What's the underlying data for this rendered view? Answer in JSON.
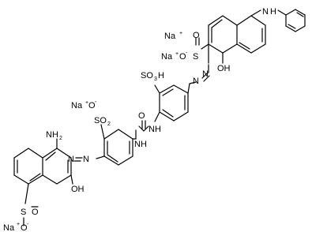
{
  "molecule": {
    "labels": {
      "na_plus_1": "Na",
      "na_plus_1_charge": "+",
      "na_salt_top": "Na",
      "na_salt_top_charge": "+",
      "o_minus_top": "O",
      "o_minus_top_charge": "-",
      "s_top": "S",
      "o2_top": "O",
      "nh_aniline": "N",
      "h_aniline": "H",
      "oh_top": "OH",
      "n_azo_top_1": "N",
      "n_azo_top_2": "N",
      "so3h_top": "SO",
      "so3h_top_sub": "3",
      "so3h_top_h": "H",
      "na_mid": "Na",
      "na_mid_charge": "+",
      "o_mid": "O",
      "o_mid_charge": "-",
      "so2_mid": "SO",
      "so2_mid_sub": "2",
      "carbonyl_o": "O",
      "nh_urea_left": "NH",
      "nh_urea_right": "NH",
      "nh2": "NH",
      "nh2_sub": "2",
      "n_azo_bot_1": "N",
      "n_azo_bot_2": "N",
      "oh_bot": "OH",
      "na_bot": "Na",
      "na_bot_charge": "+",
      "o_minus_bot": "O",
      "o_minus_bot_charge": "-",
      "so2_bot": "S",
      "so2_bot_o": "O"
    }
  }
}
